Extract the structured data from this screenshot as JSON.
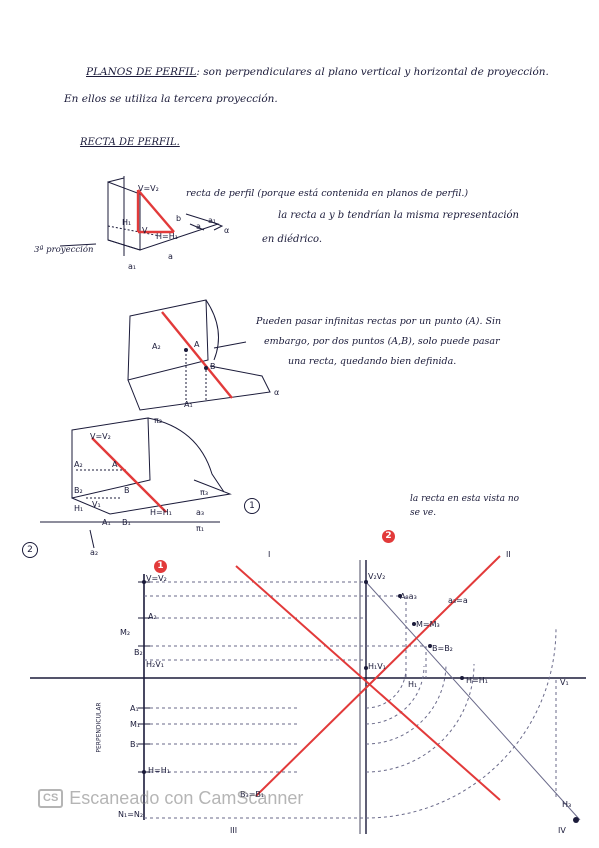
{
  "text": {
    "line1_title": "PLANOS DE PERFIL",
    "line1_rest": ": son perpendiculares al plano vertical y horizontal de proyección.",
    "line2": "En ellos se utiliza la tercera proyección.",
    "section_title": "RECTA DE PERFIL.",
    "note1_a": "recta de perfil (porque está contenida en planos de perfil.)",
    "note1_b": "la recta a y b tendrían la misma representación",
    "note1_c": "en diédrico.",
    "tercera_label": "3ª proyección",
    "note2_a": "Pueden pasar infinitas rectas por un punto (A). Sin",
    "note2_b": "embargo, por dos puntos (A,B), solo puede pasar",
    "note2_c": "una recta, quedando bien definida.",
    "note3_a": "la recta en esta vista no",
    "note3_b": "se ve."
  },
  "labels": {
    "d1_v": "V=V₂",
    "d1_h1": "H₁",
    "d1_h": "H=H₁",
    "d1_v1": "V",
    "d1_b": "b",
    "d1_a": "a",
    "d1_a1": "a₁",
    "d1_alpha": "α",
    "d1_a2": "a₁",
    "d1_a3": "a",
    "d2_a2": "A₂",
    "d2_a": "A",
    "d2_b": "B",
    "d2_a1": "A₁",
    "d2_alpha": "α",
    "d3_v": "V=V₂",
    "d3_a2": "A₂",
    "d3_a": "A",
    "d3_b2": "B₂",
    "d3_b": "B",
    "d3_h1": "H₁",
    "d3_v1": "V₁",
    "d3_a1": "A₁",
    "d3_b1": "B₁",
    "d3_h": "H=H₁",
    "d3_a3": "a₃",
    "d3_pi2": "π₂",
    "d3_pi3": "π₃",
    "d3_pi1": "π₁",
    "d3_a2b": "a₂",
    "d3_num1": "1",
    "d3_num2": "2",
    "p_v": "V=V₂",
    "p_a2": "A₂",
    "p_m2": "M₂",
    "p_b2": "B₂",
    "p_h2": "H₂V₁",
    "p_a1": "A₁",
    "p_m1": "M₁",
    "p_b1": "B₁",
    "p_h": "H=H₁",
    "p_n": "N₁=N₂",
    "p_vertical_label": "PERPENDICULAR",
    "q_v": "V₂V₂",
    "q_a3": "A₃a₃",
    "q_a3b": "a₃=a",
    "q_m": "M=M₃",
    "q_b": "B=B₂",
    "q_h": "H₁V₁",
    "q_h1": "H₁",
    "q_h2": "H=H₁",
    "q_v1": "V₁",
    "q_b3": "B₃=B₁",
    "q_h3": "H₃",
    "q_iv": "IV",
    "quad_I": "I",
    "quad_II": "II",
    "quad_III": "III",
    "quad_IV": "IV",
    "red1": "1",
    "red2": "2"
  },
  "watermark": {
    "badge": "CS",
    "text": "Escaneado con CamScanner"
  },
  "colors": {
    "ink": "#1b1b3a",
    "red": "#e23a3a",
    "faint": "#9a9ab0"
  }
}
